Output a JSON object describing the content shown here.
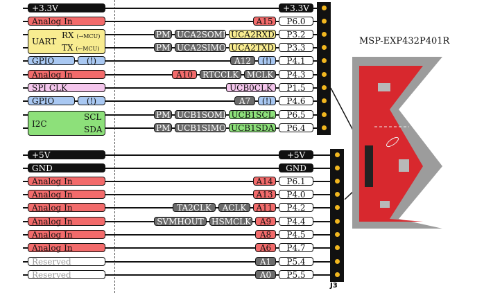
{
  "board": {
    "title": "MSP-EXP432P401R",
    "connector": "J3"
  },
  "uart": {
    "label": "UART",
    "rx": "RX",
    "rx_dir": "(→MCU)",
    "tx": "TX",
    "tx_dir": "(←MCU)"
  },
  "i2c": {
    "label": "I2C",
    "scl": "SCL",
    "sda": "SDA"
  },
  "rows": [
    {
      "func": "+3.3V",
      "funcColor": "black",
      "chips": [],
      "pin": "+3.3V",
      "pinColor": "black"
    },
    {
      "func": "Analog In",
      "funcColor": "red",
      "chips": [
        {
          "t": "A15",
          "c": "red"
        }
      ],
      "pin": "P6.0",
      "pinColor": "white"
    },
    {
      "func": "",
      "funcColor": "",
      "chips": [
        {
          "t": "PM",
          "c": "gray"
        },
        {
          "t": "UCA2SOMI",
          "c": "gray"
        },
        {
          "t": "UCA2RXD",
          "c": "yellow"
        }
      ],
      "pin": "P3.2",
      "pinColor": "white"
    },
    {
      "func": "",
      "funcColor": "",
      "chips": [
        {
          "t": "PM",
          "c": "gray"
        },
        {
          "t": "UCA2SIMO",
          "c": "gray"
        },
        {
          "t": "UCA2TXD",
          "c": "yellow"
        }
      ],
      "pin": "P3.3",
      "pinColor": "white"
    },
    {
      "func": "GPIO",
      "funcColor": "blue",
      "extra": "(!)",
      "chips": [
        {
          "t": "A12",
          "c": "gray"
        },
        {
          "t": "(!)",
          "c": "blue"
        }
      ],
      "pin": "P4.1",
      "pinColor": "white"
    },
    {
      "func": "Analog In",
      "funcColor": "red",
      "chips": [
        {
          "t": "A10",
          "c": "red"
        },
        {
          "t": "RTCCLK",
          "c": "gray"
        },
        {
          "t": "MCLK",
          "c": "gray"
        }
      ],
      "pin": "P4.3",
      "pinColor": "white"
    },
    {
      "func": "SPI CLK",
      "funcColor": "pink",
      "chips": [
        {
          "t": "UCB0CLK",
          "c": "pink"
        }
      ],
      "pin": "P1.5",
      "pinColor": "white"
    },
    {
      "func": "GPIO",
      "funcColor": "blue",
      "extra": "(!)",
      "chips": [
        {
          "t": "A7",
          "c": "gray"
        },
        {
          "t": "(!)",
          "c": "blue"
        }
      ],
      "pin": "P4.6",
      "pinColor": "white"
    },
    {
      "func": "",
      "funcColor": "",
      "chips": [
        {
          "t": "PM",
          "c": "gray"
        },
        {
          "t": "UCB1SOMI",
          "c": "gray"
        },
        {
          "t": "UCB1SCL",
          "c": "green"
        }
      ],
      "pin": "P6.5",
      "pinColor": "white"
    },
    {
      "func": "",
      "funcColor": "",
      "chips": [
        {
          "t": "PM",
          "c": "gray"
        },
        {
          "t": "UCB1SIMO",
          "c": "gray"
        },
        {
          "t": "UCB1SDA",
          "c": "green"
        }
      ],
      "pin": "P6.4",
      "pinColor": "white"
    },
    {
      "func": "+5V",
      "funcColor": "black",
      "chips": [],
      "pin": "+5V",
      "pinColor": "black"
    },
    {
      "func": "GND",
      "funcColor": "black",
      "chips": [],
      "pin": "GND",
      "pinColor": "black"
    },
    {
      "func": "Analog In",
      "funcColor": "red",
      "chips": [
        {
          "t": "A14",
          "c": "red"
        }
      ],
      "pin": "P6.1",
      "pinColor": "white"
    },
    {
      "func": "Analog In",
      "funcColor": "red",
      "chips": [
        {
          "t": "A13",
          "c": "red"
        }
      ],
      "pin": "P4.0",
      "pinColor": "white"
    },
    {
      "func": "Analog In",
      "funcColor": "red",
      "chips": [
        {
          "t": "TA2CLK",
          "c": "gray"
        },
        {
          "t": "ACLK",
          "c": "gray"
        },
        {
          "t": "A11",
          "c": "red"
        }
      ],
      "pin": "P4.2",
      "pinColor": "white"
    },
    {
      "func": "Analog In",
      "funcColor": "red",
      "chips": [
        {
          "t": "SVMHOUT",
          "c": "gray"
        },
        {
          "t": "HSMCLK",
          "c": "gray"
        },
        {
          "t": "A9",
          "c": "red"
        }
      ],
      "pin": "P4.4",
      "pinColor": "white"
    },
    {
      "func": "Analog In",
      "funcColor": "red",
      "chips": [
        {
          "t": "A8",
          "c": "red"
        }
      ],
      "pin": "P4.5",
      "pinColor": "white"
    },
    {
      "func": "Analog In",
      "funcColor": "red",
      "chips": [
        {
          "t": "A6",
          "c": "red"
        }
      ],
      "pin": "P4.7",
      "pinColor": "white"
    },
    {
      "func": "Reserved",
      "funcColor": "white",
      "chips": [
        {
          "t": "A1",
          "c": "gray"
        }
      ],
      "pin": "P5.4",
      "pinColor": "white"
    },
    {
      "func": "Reserved",
      "funcColor": "white",
      "chips": [
        {
          "t": "A0",
          "c": "gray"
        }
      ],
      "pin": "P5.5",
      "pinColor": "white"
    }
  ],
  "colors": {
    "red": "#f26b6b",
    "blue": "#a9c8f2",
    "pink": "#f4c6ec",
    "green": "#8de07a",
    "yellow": "#f8ec90",
    "gray": "#6b6b6b",
    "board_red": "#d8282e",
    "header_gold": "#f2b71f"
  }
}
